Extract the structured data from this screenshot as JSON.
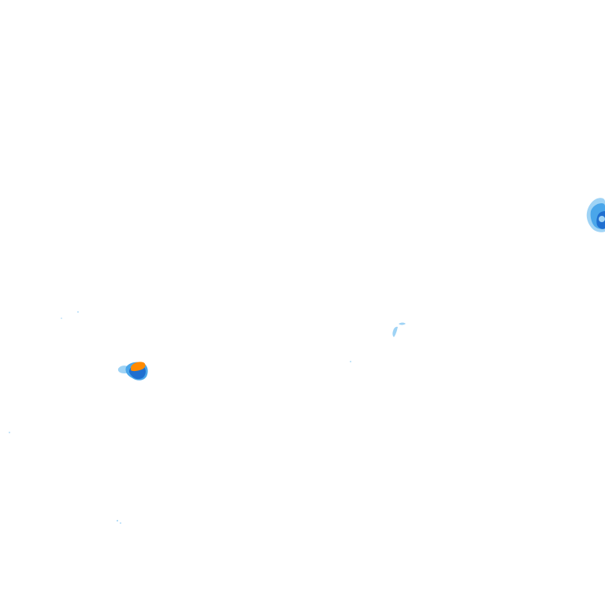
{
  "map": {
    "background_color": "#ffffff",
    "legend": {
      "light": "#9fd3f5",
      "moderate": "#4aa6ea",
      "heavy": "#1f6fd0",
      "intense": "#ff8a00"
    },
    "echoes": [
      {
        "name": "echo-cluster-west",
        "intensity_levels": [
          "light",
          "moderate",
          "heavy",
          "intense"
        ]
      },
      {
        "name": "echo-cluster-east-edge",
        "intensity_levels": [
          "light",
          "moderate",
          "heavy"
        ]
      },
      {
        "name": "echo-fleck-center",
        "intensity_levels": [
          "light"
        ]
      },
      {
        "name": "echo-speckles",
        "intensity_levels": [
          "light"
        ]
      }
    ]
  }
}
